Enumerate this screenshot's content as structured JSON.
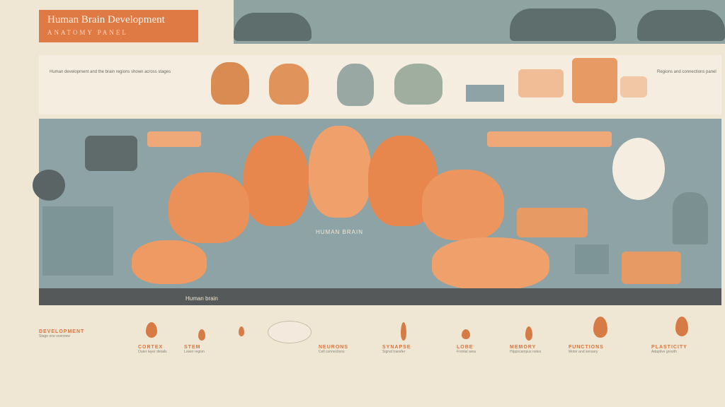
{
  "header": {
    "title": "Human Brain Development",
    "subtitle": "ANATOMY PANEL"
  },
  "intro": {
    "left_text": "Human development and the brain regions shown across stages",
    "right_text": "Regions and connections panel"
  },
  "center_label": "HUMAN BRAIN",
  "floor_label": "Human brain",
  "columns": [
    {
      "title": "DEVELOPMENT",
      "text": "Stage one overview"
    },
    {
      "title": "CORTEX",
      "text": "Outer layer details"
    },
    {
      "title": "STEM",
      "text": "Lower region"
    },
    {
      "title": "NEURONS",
      "text": "Cell connections"
    },
    {
      "title": "SYNAPSE",
      "text": "Signal transfer"
    },
    {
      "title": "LOBE",
      "text": "Frontal area"
    },
    {
      "title": "MEMORY",
      "text": "Hippocampus notes"
    },
    {
      "title": "FUNCTIONS",
      "text": "Motor and sensory"
    },
    {
      "title": "PLASTICITY",
      "text": "Adaptive growth"
    }
  ],
  "palette": {
    "accent": "#e07a45",
    "sky": "#8fa3a0",
    "stage": "#8ea3a5",
    "paper": "#efe6d3",
    "dark": "#55595a"
  }
}
